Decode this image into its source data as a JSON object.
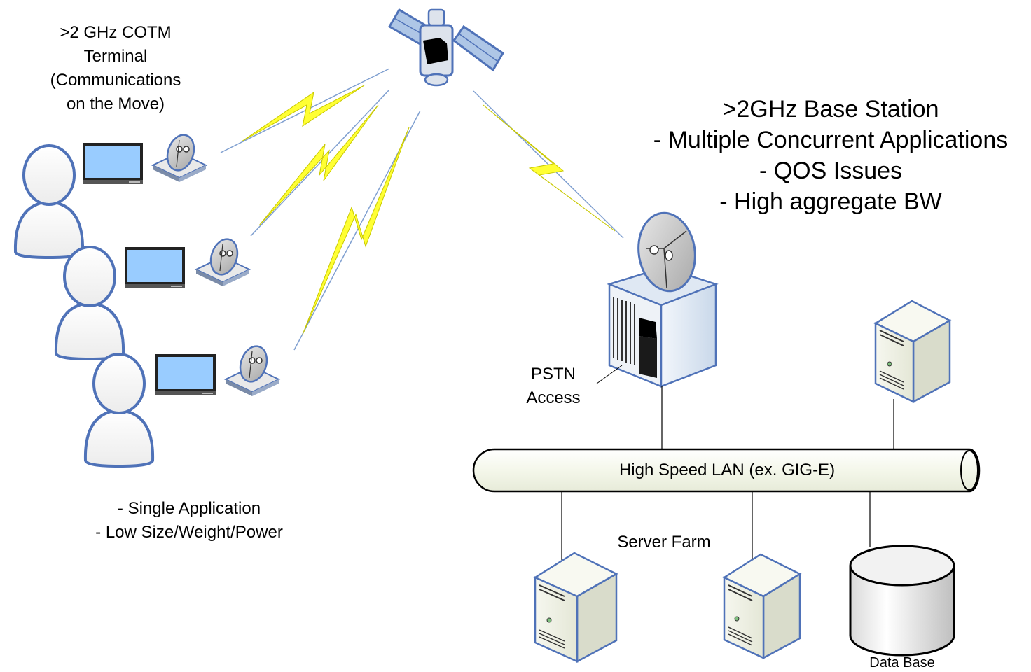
{
  "terminal": {
    "title_lines": [
      ">2 GHz COTM",
      "Terminal",
      "(Communications",
      "on the Move)"
    ],
    "features": [
      "- Single Application",
      "- Low Size/Weight/Power"
    ]
  },
  "base_station": {
    "lines": [
      ">2GHz Base Station",
      "- Multiple Concurrent Applications",
      "- QOS Issues",
      "- High aggregate BW"
    ]
  },
  "pstn": {
    "lines": [
      "PSTN",
      "Access"
    ]
  },
  "lan": {
    "label": "High Speed LAN (ex. GIG-E)"
  },
  "server_farm": {
    "label": "Server Farm"
  },
  "database": {
    "label": "Data Base"
  },
  "colors": {
    "link_line": "#7f9fd0",
    "lightning": "#ffff33",
    "lightning_stroke": "#c8c800",
    "monitor_screen": "#99ccff",
    "outline": "#4f72b8",
    "server_body": "#eef0e4"
  }
}
